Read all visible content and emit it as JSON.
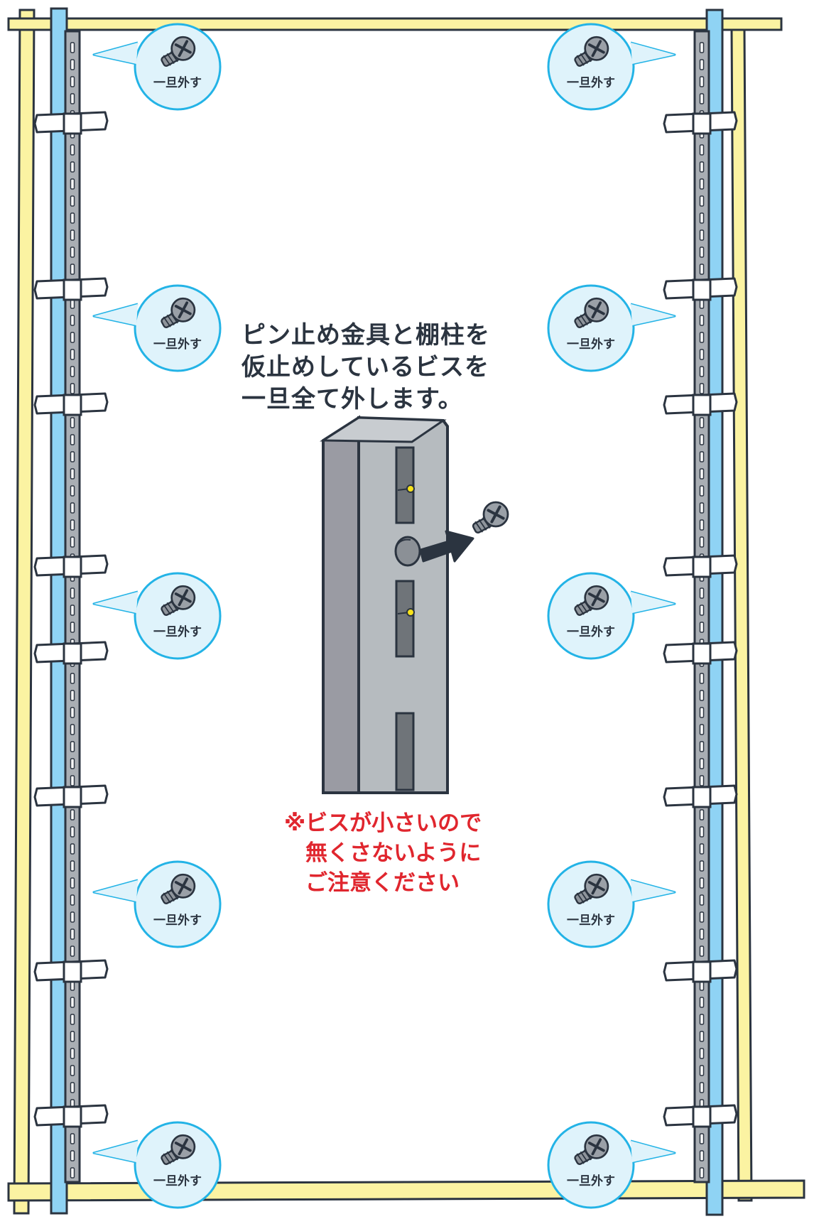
{
  "instruction": {
    "lines": [
      "ピン止め金具と棚柱を",
      "仮止めしているビスを",
      "一旦全て外します。"
    ]
  },
  "caution": {
    "lines": [
      "※ビスが小さいので",
      "無くさないように",
      "ご注意ください"
    ]
  },
  "callout_label": "一旦外す",
  "colors": {
    "frame_yellow": "#fbf3a2",
    "rail_blue": "#8fd3f4",
    "rail_gray": "#a9aeb4",
    "outline": "#2b3440",
    "bubble_fill": "#dff3fb",
    "bubble_stroke": "#23b3e6",
    "caution_red": "#e0262e",
    "pin_yellow": "#f7e21a"
  },
  "icons": [
    "screw-icon",
    "arrow-icon"
  ]
}
